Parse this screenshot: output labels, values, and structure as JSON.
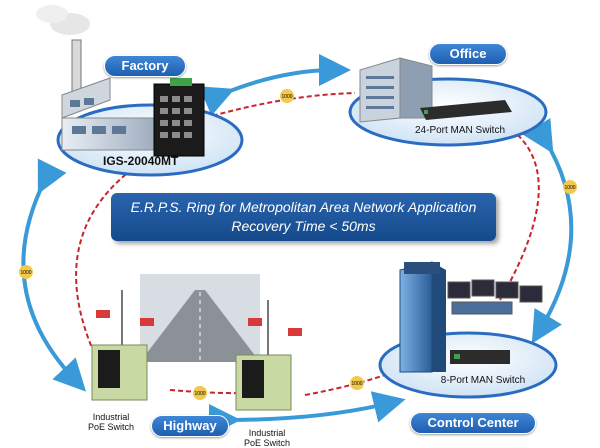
{
  "banner": {
    "line1": "E.R.P.S. Ring for Metropolitan Area Network Application",
    "line2": "Recovery Time < 50ms"
  },
  "locations": {
    "factory": "Factory",
    "office": "Office",
    "highway": "Highway",
    "control_center": "Control Center"
  },
  "devices": {
    "igs": "IGS-20040MT",
    "man24": "24-Port MAN Switch",
    "man8": "8-Port MAN Switch",
    "poe_left": [
      "Industrial",
      "PoE Switch"
    ],
    "poe_right": [
      "Industrial",
      "PoE Switch"
    ]
  },
  "link_badges": [
    "1000",
    "1000",
    "1000",
    "1000",
    "1000"
  ],
  "colors": {
    "ring": "#c8242a",
    "arrow": "#3a9ad9",
    "pill": "#2a6cc2",
    "banner": "#1d5296"
  }
}
